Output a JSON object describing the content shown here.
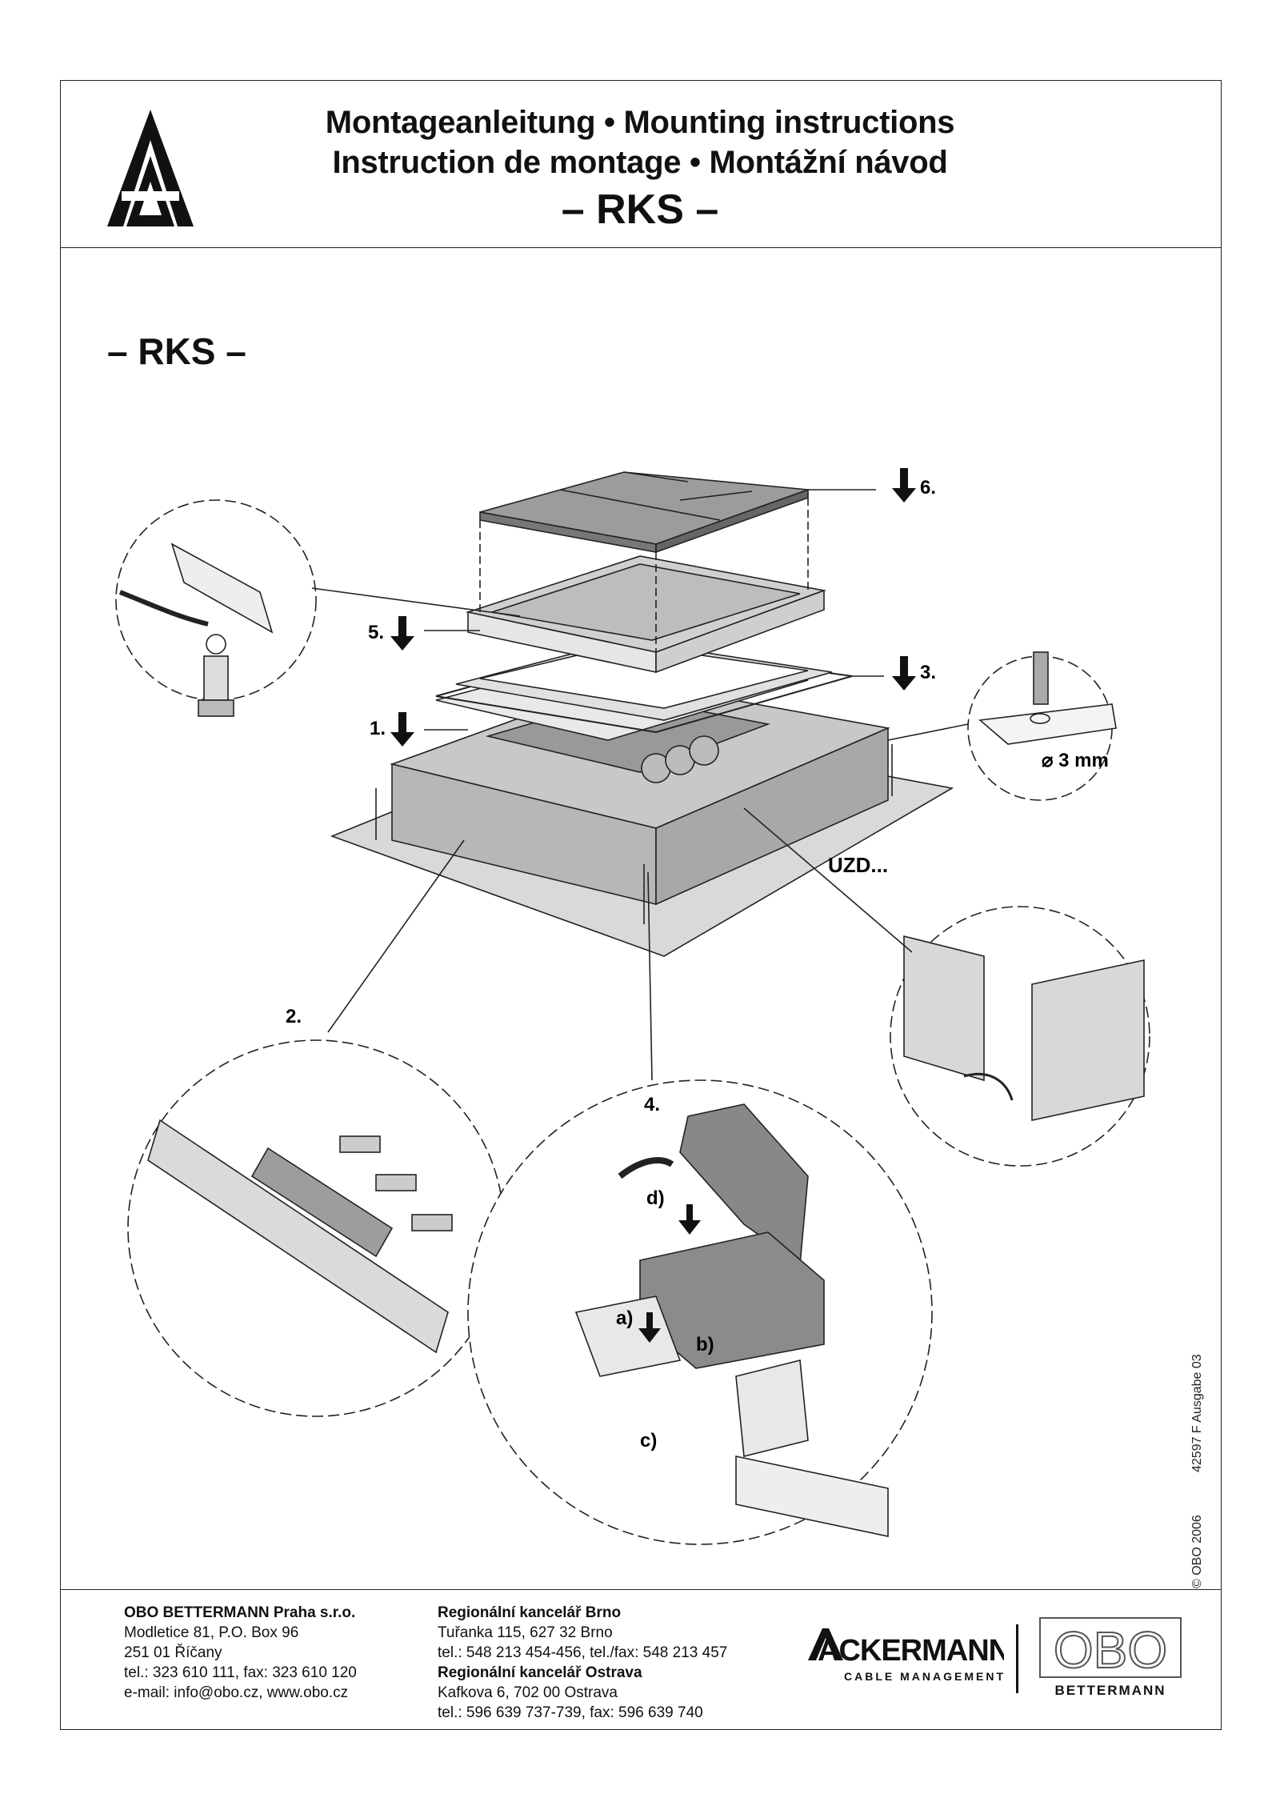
{
  "header": {
    "title_line1": "Montageanleitung • Mounting instructions",
    "title_line2": "Instruction de montage • Montážní návod",
    "title_line3": "– RKS –"
  },
  "section_label": "– RKS –",
  "steps": {
    "s1": "1.",
    "s2": "2.",
    "s3": "3.",
    "s4": "4.",
    "s5": "5.",
    "s6": "6.",
    "a": "a)",
    "b": "b)",
    "c": "c)",
    "d": "d)",
    "drill": "⌀ 3 mm",
    "uzd": "UZD..."
  },
  "side": {
    "code": "42597 F  Ausgabe 03",
    "copyright": "©  OBO 2006"
  },
  "footer": {
    "company": "OBO BETTERMANN Praha s.r.o.",
    "address1": "Modletice 81, P.O. Box 96",
    "address2": "251 01 Říčany",
    "phone": "tel.: 323 610 111, fax: 323 610 120",
    "email": "e-mail: info@obo.cz, www.obo.cz",
    "brno_title": "Regionální kancelář Brno",
    "brno_addr": "Tuřanka 115, 627 32 Brno",
    "brno_phone": "tel.: 548 213 454-456, tel./fax: 548 213 457",
    "ostrava_title": "Regionální kancelář Ostrava",
    "ostrava_addr": "Kafkova 6, 702 00 Ostrava",
    "ostrava_phone": "tel.: 596 639 737-739, fax: 596 639 740"
  },
  "brands": {
    "ackermann": "ACKERMANN",
    "ackermann_sub": "CABLE MANAGEMENT",
    "obo": "OBO",
    "obo_sub": "BETTERMANN"
  }
}
